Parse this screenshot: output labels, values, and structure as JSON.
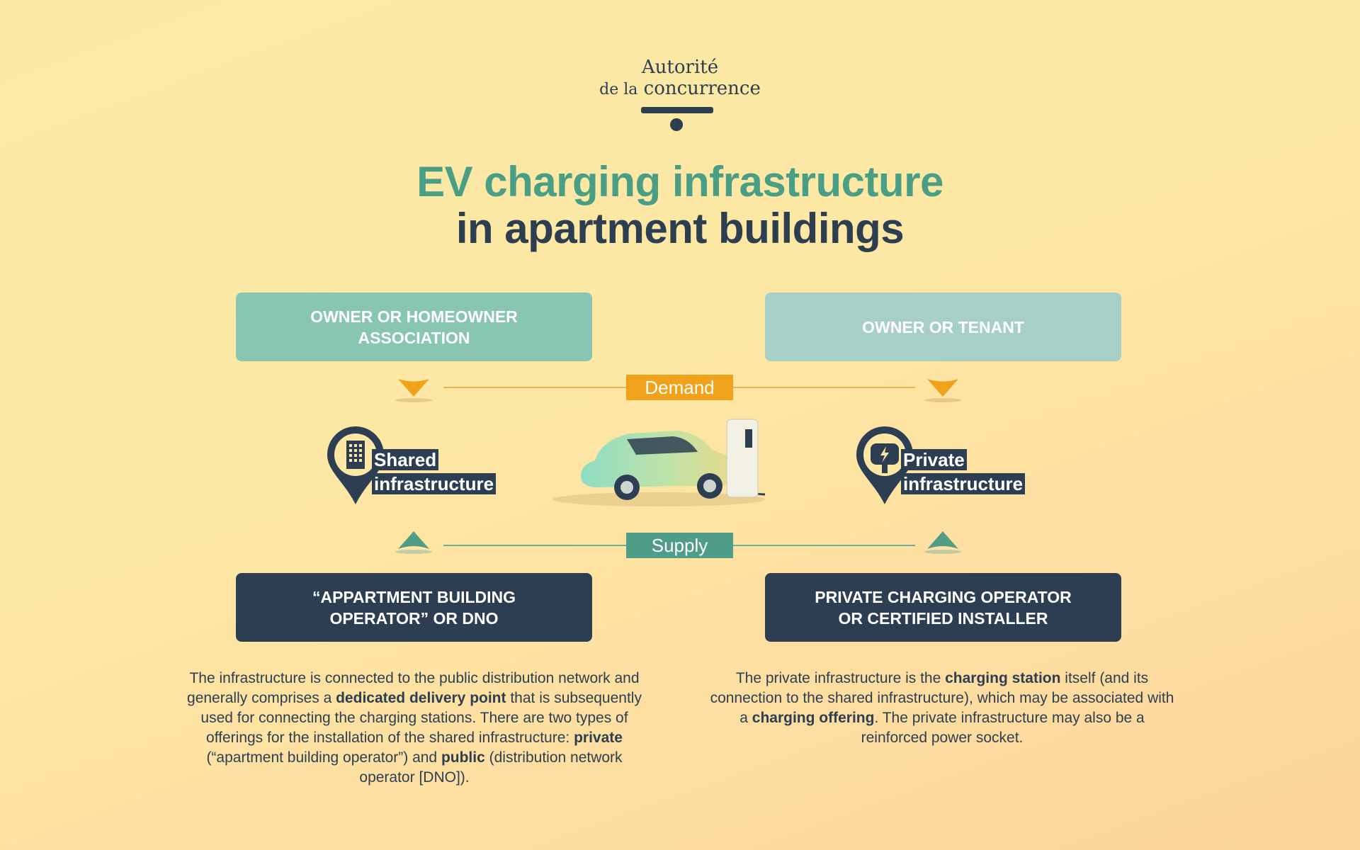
{
  "logo": {
    "line1": "Autorité",
    "line2_small": "de la",
    "line2_large": "concurrence"
  },
  "title": {
    "line1": "EV charging infrastructure",
    "line2": "in apartment buildings"
  },
  "boxes": {
    "owner_hoa": [
      "OWNER OR HOMEOWNER",
      "ASSOCIATION"
    ],
    "owner_tenant": "OWNER OR TENANT",
    "operator": [
      "“APPARTMENT BUILDING",
      "OPERATOR” OR DNO"
    ],
    "private_operator": [
      "PRIVATE CHARGING OPERATOR",
      "OR CERTIFIED INSTALLER"
    ]
  },
  "flows": {
    "demand": "Demand",
    "supply": "Supply"
  },
  "infrastructure": {
    "shared": [
      "Shared",
      "infrastructure"
    ],
    "private": [
      "Private",
      "infrastructure"
    ]
  },
  "descriptions": {
    "left": {
      "p1": "The infrastructure is connected to the public distribution network and generally comprises a ",
      "b1": "dedicated delivery point",
      "p2": " that is subsequently used for connecting the charging stations. There are two types of offerings for the installation of the shared infrastructure: ",
      "b2": "private",
      "p3": " (“apartment building operator”) and ",
      "b3": "public",
      "p4": " (distribution network operator [DNO])."
    },
    "right": {
      "p1": "The private infrastructure is the ",
      "b1": "charging station",
      "p2": " itself (and its connection to the shared infrastructure), which may be associated with a ",
      "b2": "charging offering",
      "p3": ". The private infrastructure may also be a reinforced power socket."
    }
  },
  "colors": {
    "teal": "#4a9e85",
    "navy": "#2d3e52",
    "orange": "#f0a21a",
    "box_light": "#88c5b3",
    "box_lighter": "#a6d0c6"
  },
  "icons": [
    "building-icon",
    "charging-plug-icon",
    "electric-car-illustration",
    "chevron-down-icon",
    "chevron-up-icon"
  ]
}
